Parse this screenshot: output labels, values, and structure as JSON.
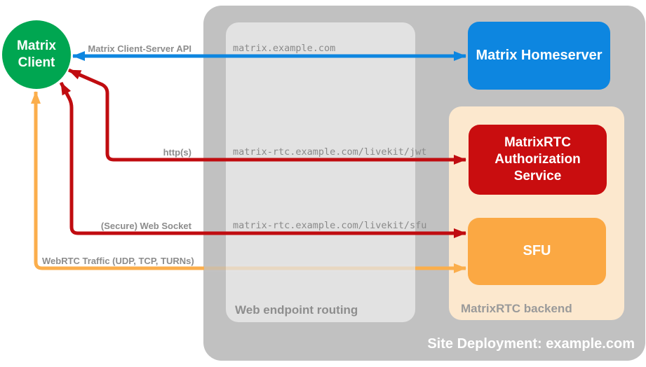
{
  "containers": {
    "site": {
      "label": "Site Deployment: example.com",
      "color": "#C1C1C1"
    },
    "routing": {
      "label": "Web endpoint routing",
      "color": "#E2E2E2"
    },
    "backend": {
      "label": "MatrixRTC backend",
      "color": "#FCE8CE"
    }
  },
  "nodes": {
    "client": {
      "line1": "Matrix",
      "line2": "Client",
      "color": "#00A651"
    },
    "homeserver": {
      "label": "Matrix Homeserver",
      "color": "#0D86E0"
    },
    "auth": {
      "line1": "MatrixRTC",
      "line2": "Authorization",
      "line3": "Service",
      "color": "#C90D0F"
    },
    "sfu": {
      "label": "SFU",
      "color": "#FBA843"
    }
  },
  "edges": {
    "client_server_api": {
      "label": "Matrix Client-Server API",
      "endpoint": "matrix.example.com",
      "color": "#0D86E0",
      "style": "double-arrow"
    },
    "http": {
      "label": "http(s)",
      "endpoint": "matrix-rtc.example.com/livekit/jwt",
      "color": "#C00C10",
      "style": "double-arrow"
    },
    "websocket": {
      "label": "(Secure) Web Socket",
      "endpoint": "matrix-rtc.example.com/livekit/sfu",
      "color": "#C00C10",
      "style": "double-arrow"
    },
    "webrtc": {
      "label": "WebRTC Traffic (UDP, TCP, TURNs)",
      "endpoint": "",
      "color": "#FBAE4C",
      "style": "double-arrow"
    }
  }
}
